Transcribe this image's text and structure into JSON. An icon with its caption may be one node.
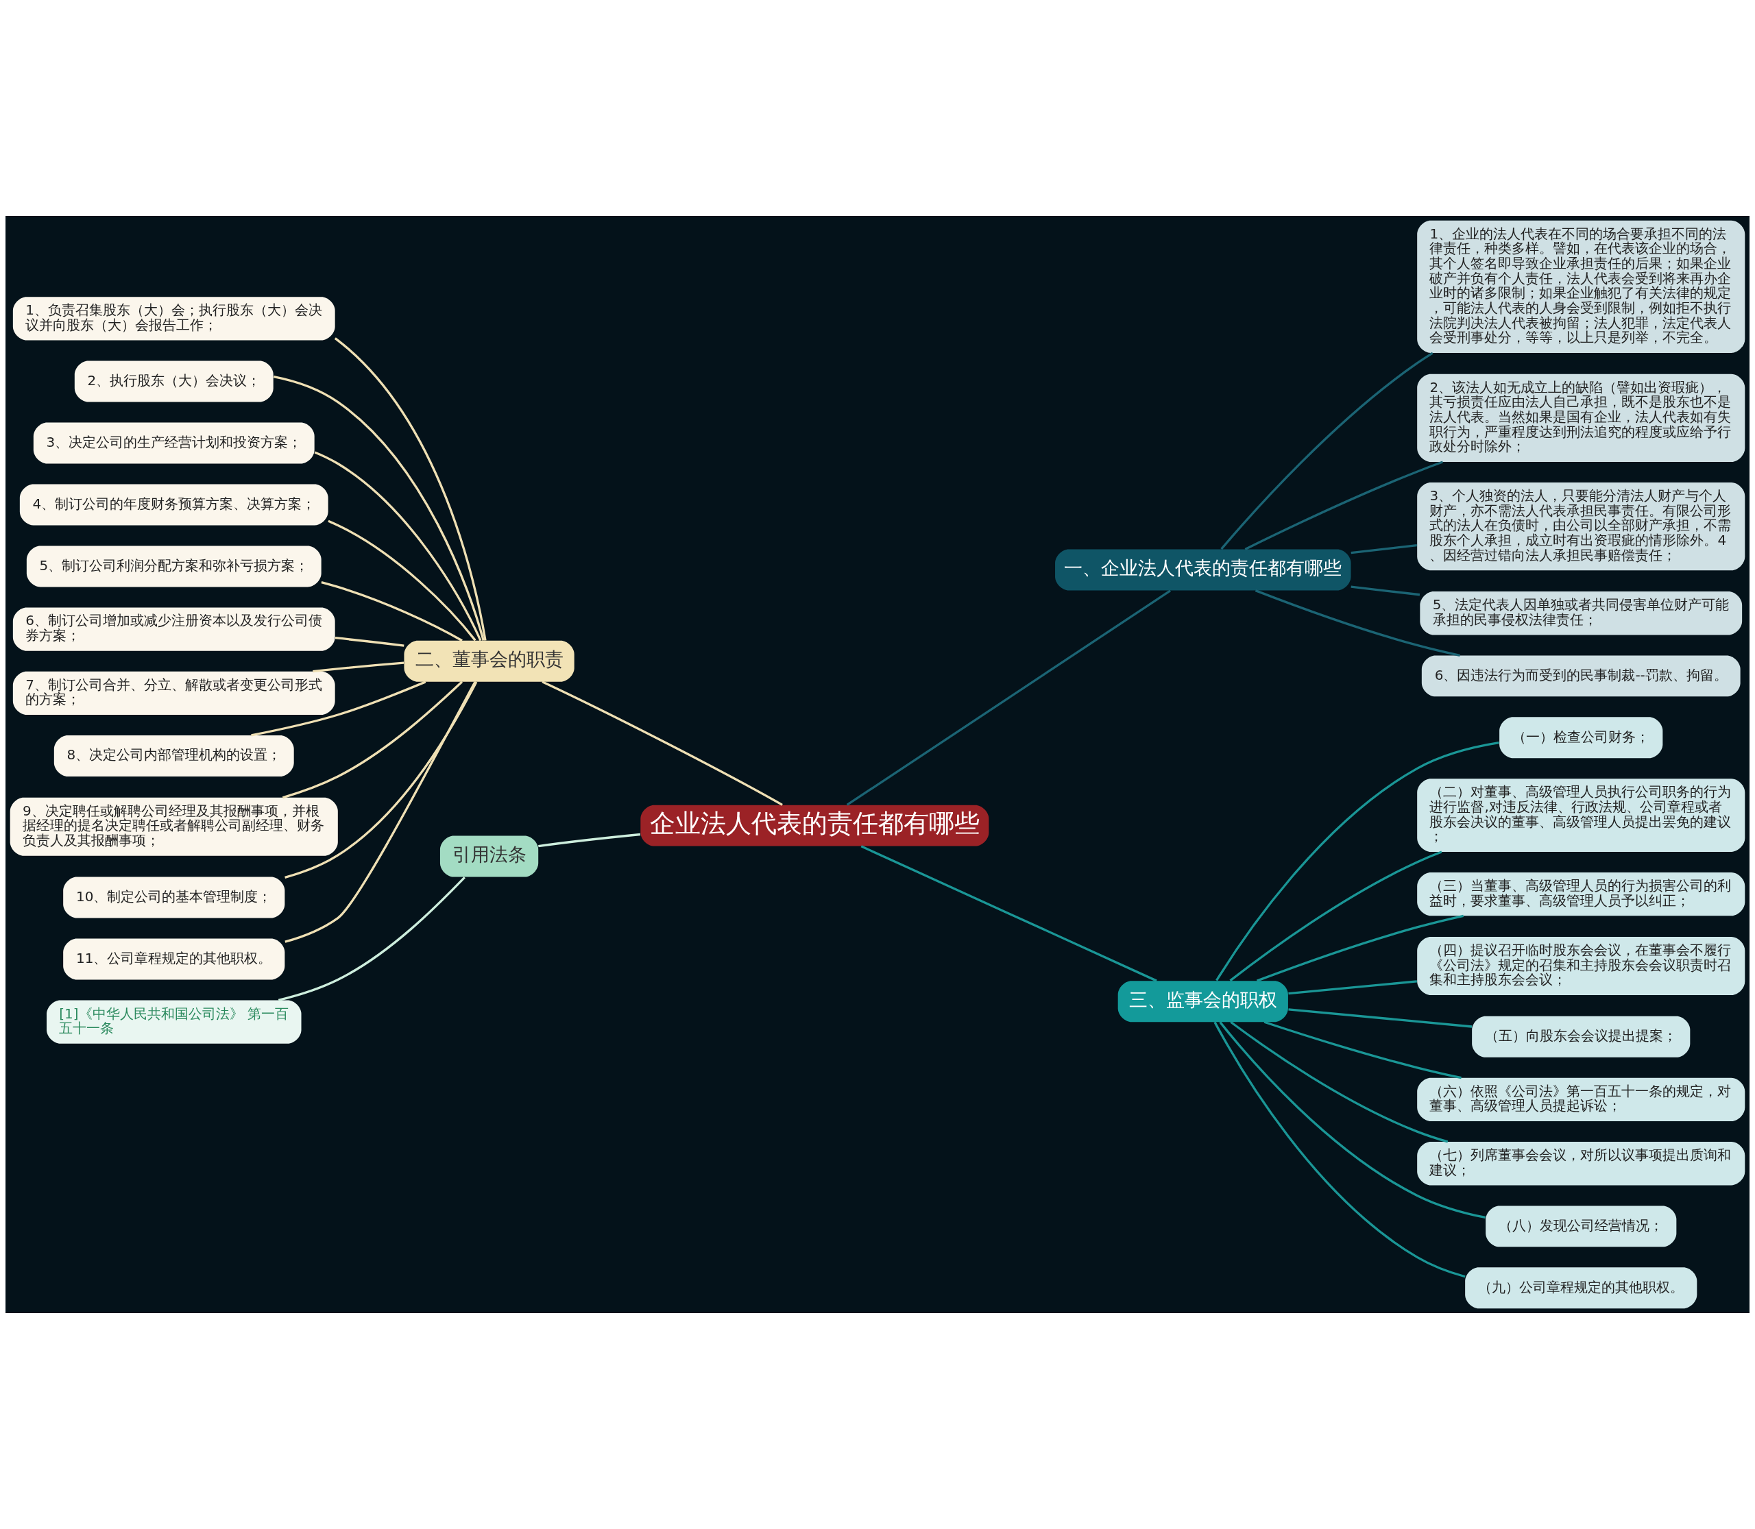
{
  "diagram": {
    "nodes": [
      {
        "text": [
          "企业法人代表的责任都有哪些"
        ]
      },
      {
        "text": [
          "一、企业法人代表的责任都有哪些"
        ]
      },
      {
        "text": [
          "1、企业的法人代表在不同的场合要承担不同的法律责任，种类多样。譬如，在代表该企业的场合，其个人签名即导致企业承担责任的后果；如果企业破产并负有个人责任，法人代表会受到将来再办企业时的诸多限制；如果企业触犯了有关法律的规定，可能法人代表的人身会受到限制，例如拒不执行法院判决法人代表被拘留；法人犯罪，法定代表人会受刑事处分，等等，以上只是列举，不完全。"
        ]
      },
      {
        "text": [
          "2、该法人如无成立上的缺陷（譬如出资瑕疵），其亏损责任应由法人自己承担，既不是股东也不是法人代表。当然如果是国有企业，法人代表如有失职行为，严重程度达到刑法追究的程度或应给予行政处分时除外；"
        ]
      },
      {
        "text": [
          "3、个人独资的法人，只要能分清法人财产与个人财产，亦不需法人代表承担民事责任。有限公司形式的法人在负债时，由公司以全部财产承担，不需股东个人承担，成立时有出资瑕疵的情形除外。4、因经营过错向法人承担民事赔偿责任；"
        ]
      },
      {
        "text": [
          "5、法定代表人因单独或者共同侵害单位财产可能承担的民事侵权法律责任；"
        ]
      },
      {
        "text": [
          "6、因违法行为而受到的民事制裁--罚款、拘留。"
        ]
      },
      {
        "text": [
          "二、董事会的职责"
        ]
      },
      {
        "text": [
          "1、负责召集股东（大）会；执行股东（大）会决议并向股东（大）会报告工作；"
        ]
      },
      {
        "text": [
          "2、执行股东（大）会决议；"
        ]
      },
      {
        "text": [
          "3、决定公司的生产经营计划和投资方案；"
        ]
      },
      {
        "text": [
          "4、制订公司的年度财务预算方案、决算方案；"
        ]
      },
      {
        "text": [
          "5、制订公司利润分配方案和弥补亏损方案；"
        ]
      },
      {
        "text": [
          "6、制订公司增加或减少注册资本以及发行公司债券方案；"
        ]
      },
      {
        "text": [
          "7、制订公司合并、分立、解散或者变更公司形式的方案；"
        ]
      },
      {
        "text": [
          "8、决定公司内部管理机构的设置；"
        ]
      },
      {
        "text": [
          "9、决定聘任或解聘公司经理及其报酬事项，并根据经理的提名决定聘任或者解聘公司副经理、财务负责人及其报酬事项；"
        ]
      },
      {
        "text": [
          "10、制定公司的基本管理制度；"
        ]
      },
      {
        "text": [
          "11、公司章程规定的其他职权。"
        ]
      },
      {
        "text": [
          "三、监事会的职权"
        ]
      },
      {
        "text": [
          "（一）检查公司财务；"
        ]
      },
      {
        "text": [
          "（二）对董事、高级管理人员执行公司职务的行为进行监督,对违反法律、行政法规、公司章程或者股东会决议的董事、高级管理人员提出罢免的建议；"
        ]
      },
      {
        "text": [
          "（三）当董事、高级管理人员的行为损害公司的利益时，要求董事、高级管理人员予以纠正；"
        ]
      },
      {
        "text": [
          "（四）提议召开临时股东会会议，在董事会不履行《公司法》规定的召集和主持股东会会议职责时召集和主持股东会会议；"
        ]
      },
      {
        "text": [
          "（五）向股东会会议提出提案；"
        ]
      },
      {
        "text": [
          "（六）依照《公司法》第一百五十一条的规定，对董事、高级管理人员提起诉讼；"
        ]
      },
      {
        "text": [
          "（七）列席董事会会议，对所以议事项提出质询和建议；"
        ]
      },
      {
        "text": [
          "（八）发现公司经营情况；"
        ]
      },
      {
        "text": [
          "（九）公司章程规定的其他职权。"
        ]
      },
      {
        "text": [
          "引用法条"
        ]
      },
      {
        "text": [
          "[1]《中华人民共和国公司法》 第一百五十一条"
        ]
      }
    ],
    "edges": [
      {
        "from": 0,
        "to": 1,
        "arrow": "none",
        "color": "#1b6474"
      },
      {
        "from": 1,
        "to": 2,
        "arrow": "none",
        "color": "#1b6474"
      },
      {
        "from": 1,
        "to": 3,
        "arrow": "none",
        "color": "#1b6474"
      },
      {
        "from": 1,
        "to": 4,
        "arrow": "none",
        "color": "#1b6474"
      },
      {
        "from": 1,
        "to": 5,
        "arrow": "none",
        "color": "#1b6474"
      },
      {
        "from": 1,
        "to": 6,
        "arrow": "none",
        "color": "#1b6474"
      },
      {
        "from": 0,
        "to": 7,
        "arrow": "none"
      },
      {
        "from": 7,
        "to": 8,
        "arrow": "none"
      },
      {
        "from": 7,
        "to": 9,
        "arrow": "none"
      },
      {
        "from": 7,
        "to": 10,
        "arrow": "none"
      },
      {
        "from": 7,
        "to": 11,
        "arrow": "none"
      },
      {
        "from": 7,
        "to": 12,
        "arrow": "none"
      },
      {
        "from": 7,
        "to": 13,
        "arrow": "none"
      },
      {
        "from": 7,
        "to": 14,
        "arrow": "none"
      },
      {
        "from": 7,
        "to": 15,
        "arrow": "none"
      },
      {
        "from": 7,
        "to": 16,
        "arrow": "none"
      },
      {
        "from": 7,
        "to": 17,
        "arrow": "none"
      },
      {
        "from": 7,
        "to": 18,
        "arrow": "none"
      },
      {
        "from": 0,
        "to": 19,
        "arrow": "none",
        "color": "#1a9696"
      },
      {
        "from": 19,
        "to": 20,
        "arrow": "none",
        "color": "#1a9696"
      },
      {
        "from": 19,
        "to": 21,
        "arrow": "none",
        "color": "#1a9696"
      },
      {
        "from": 19,
        "to": 22,
        "arrow": "none",
        "color": "#1a9696"
      },
      {
        "from": 19,
        "to": 23,
        "arrow": "none",
        "color": "#1a9696"
      },
      {
        "from": 19,
        "to": 24,
        "arrow": "none",
        "color": "#1a9696"
      },
      {
        "from": 19,
        "to": 25,
        "arrow": "none",
        "color": "#1a9696"
      },
      {
        "from": 19,
        "to": 26,
        "arrow": "none",
        "color": "#1a9696"
      },
      {
        "from": 19,
        "to": 27,
        "arrow": "none",
        "color": "#1a9696"
      },
      {
        "from": 19,
        "to": 28,
        "arrow": "none",
        "color": "#1a9696"
      },
      {
        "from": 0,
        "to": 29,
        "arrow": "none",
        "color": "#cdeedd"
      },
      {
        "from": 29,
        "to": 30,
        "arrow": "none",
        "color": "#cdeedd"
      }
    ]
  }
}
